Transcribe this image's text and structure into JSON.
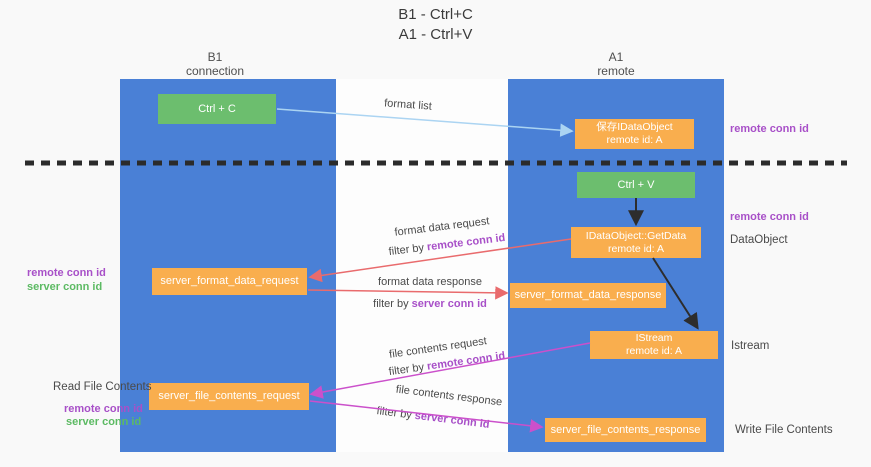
{
  "title": {
    "line1": "B1 - Ctrl+C",
    "line2": "A1 - Ctrl+V"
  },
  "columns": {
    "left": {
      "name": "B1",
      "role": "connection"
    },
    "right": {
      "name": "A1",
      "role": "remote"
    }
  },
  "nodes": {
    "ctrl_c": {
      "label": "Ctrl + C"
    },
    "ctrl_v": {
      "label": "Ctrl + V"
    },
    "save_idataobject": {
      "line1": "保存IDataObject",
      "line2": "remote id: A"
    },
    "idataobject_getdata": {
      "line1": "IDataObject::GetData",
      "line2": "remote id: A"
    },
    "istream": {
      "line1": "IStream",
      "line2": "remote id: A"
    },
    "server_format_data_request": {
      "label": "server_format_data_request"
    },
    "server_format_data_response": {
      "label": "server_format_data_response"
    },
    "server_file_contents_request": {
      "label": "server_file_contents_request"
    },
    "server_file_contents_response": {
      "label": "server_file_contents_response"
    }
  },
  "arrow_labels": {
    "format_list": "format list",
    "format_data_request": "format data request",
    "format_data_response": "format data response",
    "file_contents_request": "file contents request",
    "file_contents_response": "file contents response",
    "filter_by": "filter by ",
    "remote_conn_id": "remote conn id",
    "server_conn_id": "server conn id"
  },
  "side_labels": {
    "remote_conn_id": "remote conn id",
    "server_conn_id": "server conn id",
    "dataobject": "DataObject",
    "istream": "Istream",
    "read_file_contents": "Read File Contents",
    "write_file_contents": "Write File Contents"
  },
  "colors": {
    "column_blue": "#4a80d6",
    "box_orange": "#f9ae4e",
    "box_green": "#6cbe6e",
    "arrow_lightblue": "#abd4f2",
    "arrow_red": "#e96b6d",
    "arrow_magenta": "#cb50cb",
    "arrow_black": "#2d2d2d",
    "text_purple": "#a850c8",
    "text_green": "#5cba63"
  }
}
